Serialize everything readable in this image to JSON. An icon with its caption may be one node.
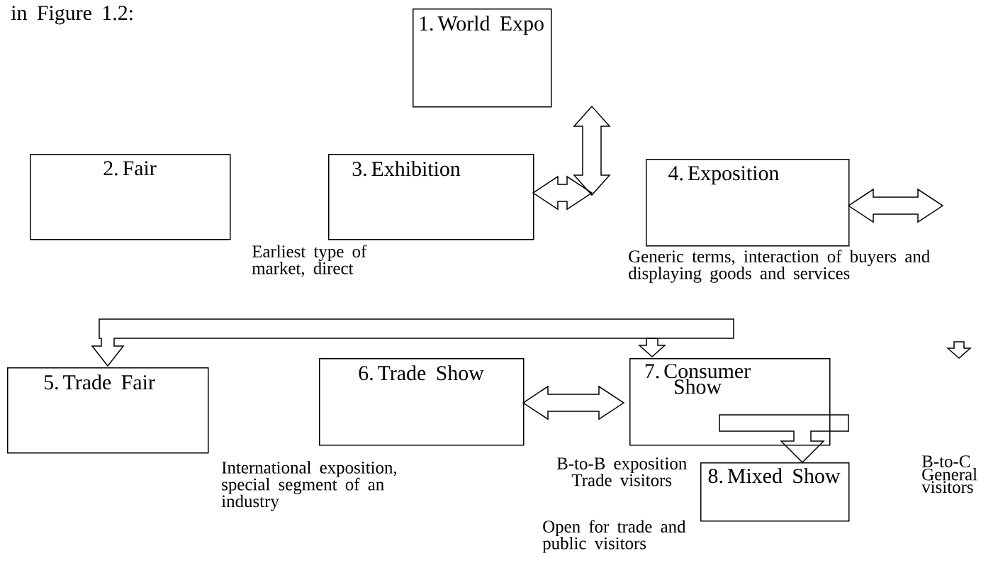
{
  "diagram": {
    "nodes": [
      {
        "text": [
          "1. World Expo"
        ]
      },
      {
        "text": [
          "2. Fair"
        ]
      },
      {
        "text": [
          "3. Exhibition"
        ],
        "beside": [
          "Earliest type of market, direct"
        ]
      },
      {
        "text": [
          "4. Exposition"
        ],
        "beside": [
          "Generic terms, interaction of buyers and displaying goods and services"
        ]
      },
      {
        "text": [
          "5. Trade Fair"
        ]
      },
      {
        "text": [
          "6. Trade Show"
        ]
      },
      {
        "text": [
          "7. Consumer Show"
        ]
      },
      {
        "text": [
          "8. Mixed Show"
        ]
      },
      {
        "text": [
          "B-to-C General visitors"
        ]
      }
    ],
    "edges": [
      {
        "from": 2,
        "to": null,
        "arrow": "both"
      },
      {
        "from": 0,
        "to": null,
        "arrow": "both"
      },
      {
        "from": 3,
        "to": null,
        "arrow": "both"
      },
      {
        "from": null,
        "to": 4,
        "arrow": "to"
      },
      {
        "from": null,
        "to": 6,
        "arrow": "to"
      },
      {
        "from": 5,
        "to": null,
        "arrow": "both"
      },
      {
        "from": 6,
        "to": 7,
        "arrow": "to"
      }
    ],
    "labels": [
      "in Figure 1.2:",
      "International exposition, special segment of an industry",
      "B-to-B exposition Trade visitors",
      "Open for trade and public visitors"
    ]
  }
}
